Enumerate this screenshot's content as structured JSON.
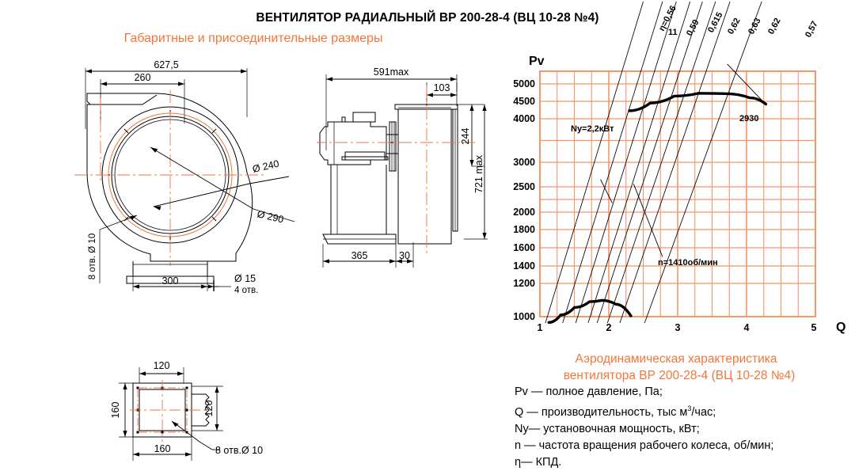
{
  "header": {
    "title": "ВЕНТИЛЯТОР РАДИАЛЬНЫЙ ВР 200-28-4 (ВЦ 10-28 №4)",
    "subtitle": "Габаритные и присоединительные размеры",
    "subtitle_color": "#f1763a"
  },
  "drawings": {
    "front_view": {
      "name": "front-view",
      "dimensions": {
        "overall_width": "627,5",
        "inlet_width": "260",
        "impeller_dia": "Ø 240",
        "bolt_circle_dia": "Ø 290",
        "base_width": "300",
        "holes_8": "8 отв. Ø 10",
        "holes_4_dia": "Ø 15",
        "holes_4_qty": "4 отв."
      }
    },
    "side_view": {
      "name": "side-view",
      "dimensions": {
        "overall_length": "591max",
        "outlet_depth": "103",
        "outlet_height": "244",
        "overall_height": "721 max",
        "base_length": "365",
        "base_offset": "30"
      }
    },
    "outlet_view": {
      "name": "outlet-flange-view",
      "dimensions": {
        "inner_width": "120",
        "outer_width": "160",
        "outer_height": "160",
        "inner_height": "120",
        "holes": "8 отв.Ø 10"
      }
    }
  },
  "chart_data": {
    "type": "line",
    "title": "Аэродинамическая характеристика вентилятора  ВР 200-28-4 (ВЦ 10-28 №4)",
    "xlabel": "Q",
    "ylabel": "Pv",
    "xlim": [
      1,
      5
    ],
    "xticks": [
      "1",
      "2",
      "3",
      "4",
      "5"
    ],
    "xtick_values": [
      1,
      2,
      3,
      4,
      5
    ],
    "yticks": [
      "1000",
      "1200",
      "1400",
      "1600",
      "1800",
      "2000",
      "2500",
      "3000",
      "4000",
      "4500",
      "5000"
    ],
    "ytick_values": [
      1000,
      1200,
      1400,
      1600,
      1800,
      2000,
      2500,
      3000,
      4000,
      4500,
      5000
    ],
    "ylim": [
      800,
      5600
    ],
    "grid": true,
    "grid_color": "#f4956a",
    "legend_position": "below",
    "series": [
      {
        "name": "n=2930об/мин",
        "label": "2930",
        "points": [
          [
            2.3,
            4230
          ],
          [
            2.6,
            4450
          ],
          [
            2.95,
            4650
          ],
          [
            3.3,
            4730
          ],
          [
            3.7,
            4720
          ],
          [
            4.05,
            4600
          ],
          [
            4.28,
            4420
          ]
        ]
      },
      {
        "name": "n=1410об/мин",
        "label": "n=1410об/мин",
        "points": [
          [
            1.13,
            965
          ],
          [
            1.3,
            1010
          ],
          [
            1.5,
            1055
          ],
          [
            1.72,
            1090
          ],
          [
            1.9,
            1098
          ],
          [
            2.1,
            1075
          ],
          [
            2.32,
            1005
          ]
        ]
      }
    ],
    "power_annotation": "Ny=2,2кВт",
    "efficiency_label_prefix": "η=",
    "efficiency_lines": [
      {
        "label": "η=0,56",
        "value": 0.56
      },
      {
        "label": "0,59",
        "value": 0.59
      },
      {
        "label": "0,615",
        "value": 0.615
      },
      {
        "label": "0,62",
        "value": 0.62
      },
      {
        "label": "0,63",
        "value": 0.63
      },
      {
        "label": "0,62",
        "value": 0.62
      },
      {
        "label": "0,57",
        "value": 0.57
      }
    ],
    "power_marker": "11"
  },
  "legend": {
    "title_line1": "Аэродинамическая характеристика",
    "title_line2": "вентилятора  ВР 200-28-4 (ВЦ 10-28 №4)",
    "items": [
      "Pv — полное давление, Па;",
      "Ny— установочная мощность, кВт;",
      "n — частота вращения рабочего колеса,  об/мин;",
      "η— КПД."
    ],
    "q_prefix": "Q  — производительность, тыс м",
    "q_sup": "3",
    "q_suffix": "/час;"
  }
}
